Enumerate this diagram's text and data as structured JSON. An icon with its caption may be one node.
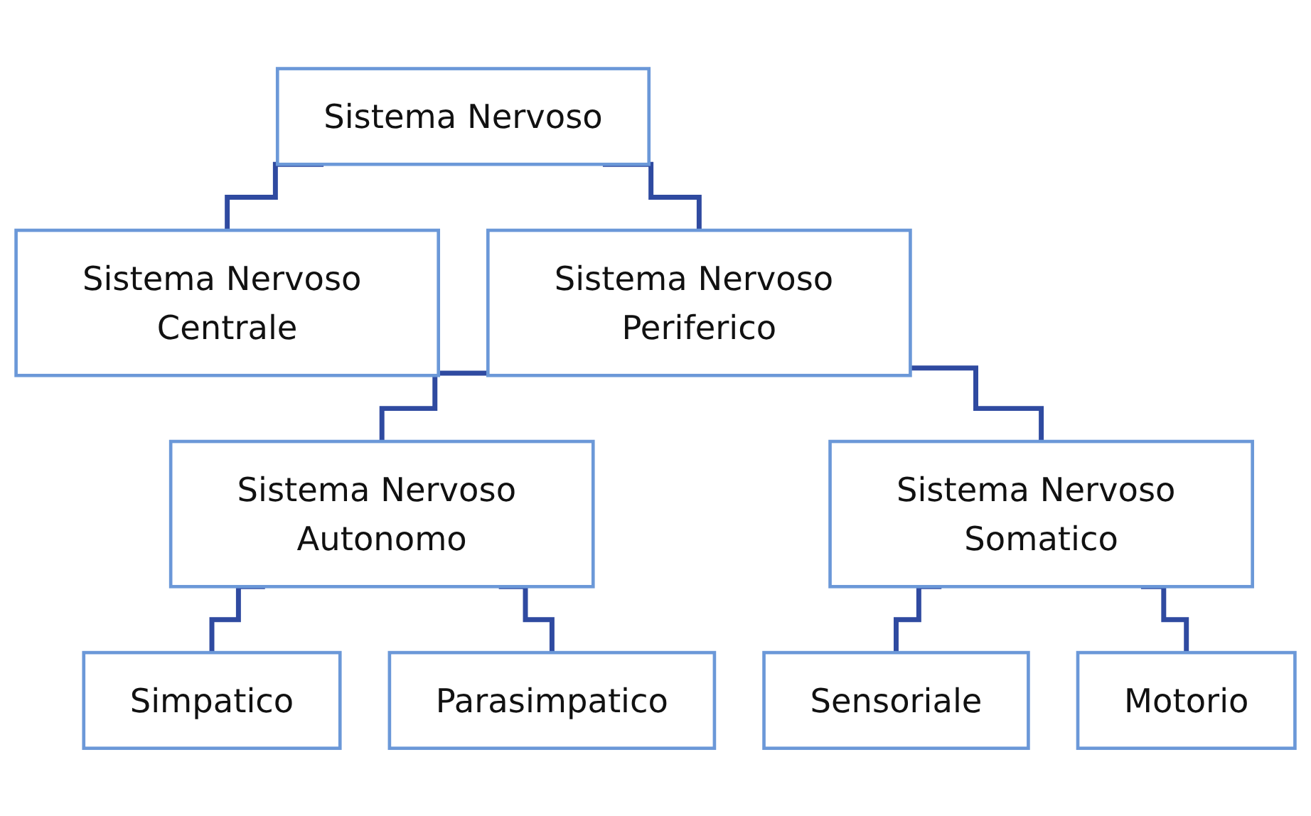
{
  "diagram": {
    "nodes": [
      {
        "text": [
          "Sistema Nervoso"
        ]
      },
      {
        "text": [
          "Sistema Nervoso Centrale"
        ]
      },
      {
        "text": [
          "Sistema Nervoso Periferico"
        ]
      },
      {
        "text": [
          "Sistema Nervoso Autonomo"
        ]
      },
      {
        "text": [
          "Sistema Nervoso Somatico"
        ]
      },
      {
        "text": [
          "Simpatico"
        ]
      },
      {
        "text": [
          "Parasimpatico"
        ]
      },
      {
        "text": [
          "Sensoriale"
        ]
      },
      {
        "text": [
          "Motorio"
        ]
      }
    ],
    "edges": [
      {
        "from": 0,
        "to": 1,
        "arrow": "none"
      },
      {
        "from": 0,
        "to": 2,
        "arrow": "none"
      },
      {
        "from": 2,
        "to": 3,
        "arrow": "none"
      },
      {
        "from": 2,
        "to": 4,
        "arrow": "none"
      },
      {
        "from": 3,
        "to": 5,
        "arrow": "none"
      },
      {
        "from": 3,
        "to": 6,
        "arrow": "none"
      },
      {
        "from": 4,
        "to": 7,
        "arrow": "none"
      },
      {
        "from": 4,
        "to": 8,
        "arrow": "none"
      }
    ]
  }
}
